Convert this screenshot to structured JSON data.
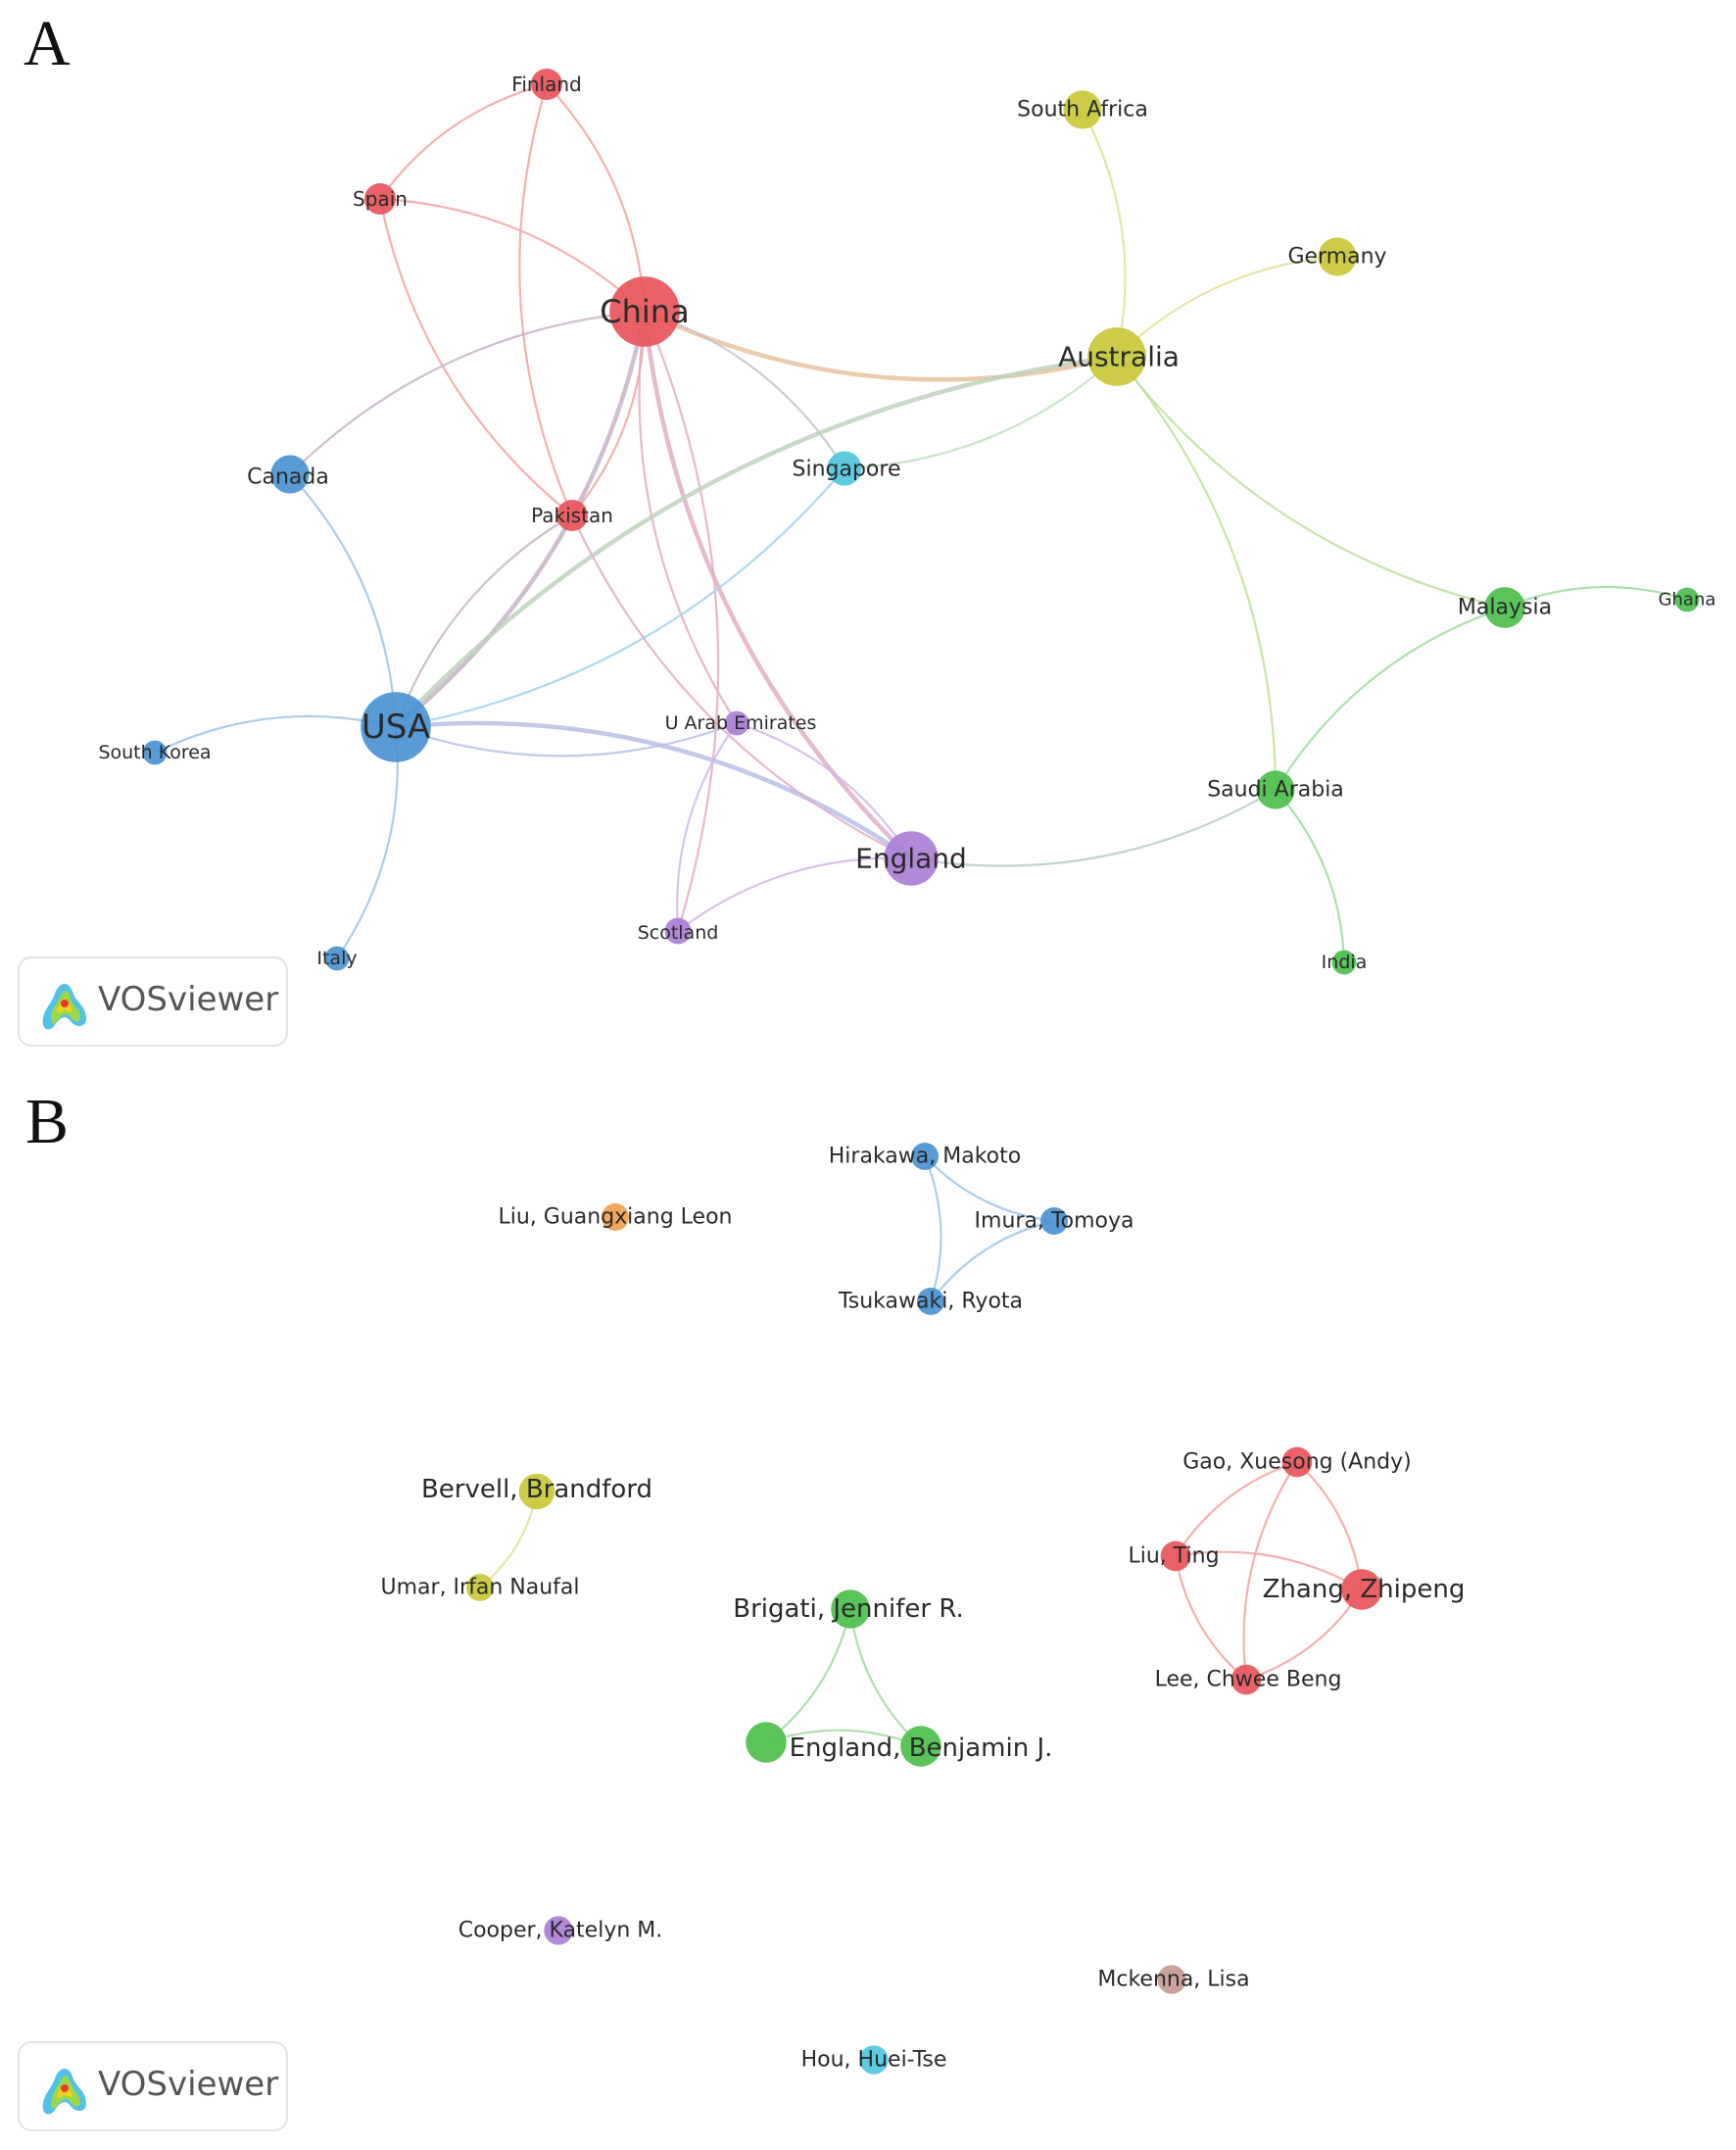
{
  "panels": {
    "a_label": "A",
    "b_label": "B"
  },
  "logo": {
    "text": "VOSviewer"
  },
  "colors": {
    "red": "#e8555a",
    "blue": "#4a93d4",
    "yellow": "#c8c83a",
    "green": "#4cbf4c",
    "purple": "#a97fd6",
    "cyan": "#4fc6e0",
    "orange": "#f0a050",
    "brown": "#c49a90"
  },
  "network_a": {
    "nodes": [
      {
        "id": "finland",
        "label": "Finland",
        "cluster": "red",
        "weight": 1
      },
      {
        "id": "spain",
        "label": "Spain",
        "cluster": "red",
        "weight": 1
      },
      {
        "id": "china",
        "label": "China",
        "cluster": "red",
        "weight": 5
      },
      {
        "id": "pakistan",
        "label": "Pakistan",
        "cluster": "red",
        "weight": 1
      },
      {
        "id": "south-africa",
        "label": "South Africa",
        "cluster": "yellow",
        "weight": 1.5
      },
      {
        "id": "germany",
        "label": "Germany",
        "cluster": "yellow",
        "weight": 1.5
      },
      {
        "id": "australia",
        "label": "Australia",
        "cluster": "yellow",
        "weight": 3.5
      },
      {
        "id": "canada",
        "label": "Canada",
        "cluster": "blue",
        "weight": 1.5
      },
      {
        "id": "usa",
        "label": "USA",
        "cluster": "blue",
        "weight": 5
      },
      {
        "id": "south-korea",
        "label": "South Korea",
        "cluster": "blue",
        "weight": 0.6
      },
      {
        "id": "italy",
        "label": "Italy",
        "cluster": "blue",
        "weight": 0.6
      },
      {
        "id": "singapore",
        "label": "Singapore",
        "cluster": "cyan",
        "weight": 1.2
      },
      {
        "id": "u-arab-emirates",
        "label": "U Arab Emirates",
        "cluster": "purple",
        "weight": 0.6
      },
      {
        "id": "england",
        "label": "England",
        "cluster": "purple",
        "weight": 3
      },
      {
        "id": "scotland",
        "label": "Scotland",
        "cluster": "purple",
        "weight": 0.7
      },
      {
        "id": "malaysia",
        "label": "Malaysia",
        "cluster": "green",
        "weight": 1.7
      },
      {
        "id": "ghana",
        "label": "Ghana",
        "cluster": "green",
        "weight": 0.6
      },
      {
        "id": "saudi-arabia",
        "label": "Saudi Arabia",
        "cluster": "green",
        "weight": 1.5
      },
      {
        "id": "india",
        "label": "India",
        "cluster": "green",
        "weight": 0.6
      }
    ],
    "links": [
      [
        "finland",
        "spain"
      ],
      [
        "finland",
        "china"
      ],
      [
        "finland",
        "pakistan"
      ],
      [
        "spain",
        "china"
      ],
      [
        "spain",
        "pakistan"
      ],
      [
        "china",
        "pakistan"
      ],
      [
        "china",
        "australia"
      ],
      [
        "china",
        "singapore"
      ],
      [
        "china",
        "canada"
      ],
      [
        "china",
        "usa"
      ],
      [
        "china",
        "england"
      ],
      [
        "china",
        "scotland"
      ],
      [
        "china",
        "u-arab-emirates"
      ],
      [
        "south-africa",
        "australia"
      ],
      [
        "germany",
        "australia"
      ],
      [
        "australia",
        "singapore"
      ],
      [
        "australia",
        "malaysia"
      ],
      [
        "australia",
        "saudi-arabia"
      ],
      [
        "australia",
        "usa"
      ],
      [
        "canada",
        "usa"
      ],
      [
        "usa",
        "south-korea"
      ],
      [
        "usa",
        "italy"
      ],
      [
        "usa",
        "u-arab-emirates"
      ],
      [
        "usa",
        "pakistan"
      ],
      [
        "usa",
        "singapore"
      ],
      [
        "usa",
        "england"
      ],
      [
        "pakistan",
        "england"
      ],
      [
        "u-arab-emirates",
        "england"
      ],
      [
        "u-arab-emirates",
        "scotland"
      ],
      [
        "scotland",
        "england"
      ],
      [
        "england",
        "saudi-arabia"
      ],
      [
        "malaysia",
        "ghana"
      ],
      [
        "malaysia",
        "saudi-arabia"
      ],
      [
        "saudi-arabia",
        "india"
      ]
    ]
  },
  "network_b": {
    "nodes": [
      {
        "id": "hirakawa",
        "label": "Hirakawa, Makoto",
        "cluster": "blue",
        "weight": 1
      },
      {
        "id": "imura",
        "label": "Imura, Tomoya",
        "cluster": "blue",
        "weight": 1
      },
      {
        "id": "tsukawaki",
        "label": "Tsukawaki, Ryota",
        "cluster": "blue",
        "weight": 1
      },
      {
        "id": "liu-guangxiang",
        "label": "Liu, Guangxiang Leon",
        "cluster": "orange",
        "weight": 1
      },
      {
        "id": "bervell",
        "label": "Bervell, Brandford",
        "cluster": "yellow",
        "weight": 1.7
      },
      {
        "id": "umar",
        "label": "Umar, Irfan Naufal",
        "cluster": "yellow",
        "weight": 1
      },
      {
        "id": "gao",
        "label": "Gao, Xuesong (Andy)",
        "cluster": "red",
        "weight": 1.2
      },
      {
        "id": "liu-ting",
        "label": "Liu, Ting",
        "cluster": "red",
        "weight": 1.2
      },
      {
        "id": "zhang",
        "label": "Zhang, Zhipeng",
        "cluster": "red",
        "weight": 2.2
      },
      {
        "id": "lee",
        "label": "Lee, Chwee Beng",
        "cluster": "red",
        "weight": 1.2
      },
      {
        "id": "brigati",
        "label": "Brigati, Jennifer R.",
        "cluster": "green",
        "weight": 2
      },
      {
        "id": "england-b",
        "label": "England, Benjamin J.",
        "cluster": "green",
        "weight": 2.2
      },
      {
        "id": "green-unnamed",
        "label": "",
        "cluster": "green",
        "weight": 2.2
      },
      {
        "id": "cooper",
        "label": "Cooper, Katelyn M.",
        "cluster": "purple",
        "weight": 1.1
      },
      {
        "id": "mckenna",
        "label": "Mckenna, Lisa",
        "cluster": "brown",
        "weight": 1.1
      },
      {
        "id": "hou",
        "label": "Hou, Huei-Tse",
        "cluster": "cyan",
        "weight": 1.1
      }
    ],
    "links": [
      [
        "hirakawa",
        "imura"
      ],
      [
        "hirakawa",
        "tsukawaki"
      ],
      [
        "imura",
        "tsukawaki"
      ],
      [
        "bervell",
        "umar"
      ],
      [
        "gao",
        "liu-ting"
      ],
      [
        "gao",
        "zhang"
      ],
      [
        "gao",
        "lee"
      ],
      [
        "liu-ting",
        "zhang"
      ],
      [
        "liu-ting",
        "lee"
      ],
      [
        "zhang",
        "lee"
      ],
      [
        "brigati",
        "england-b"
      ],
      [
        "brigati",
        "green-unnamed"
      ],
      [
        "england-b",
        "green-unnamed"
      ]
    ]
  }
}
